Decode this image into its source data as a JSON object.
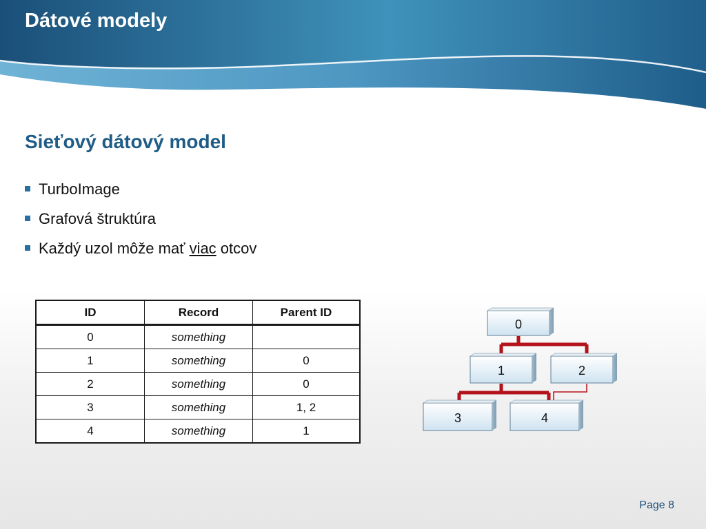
{
  "header": {
    "title": "Dátové modely"
  },
  "section": {
    "title": "Sieťový dátový model"
  },
  "bullets": [
    {
      "text": "TurboImage"
    },
    {
      "text": "Grafová štruktúra"
    },
    {
      "pre": "Každý uzol môže mať ",
      "underlined": "viac",
      "post": " otcov"
    }
  ],
  "table": {
    "headers": [
      "ID",
      "Record",
      "Parent ID"
    ],
    "rows": [
      [
        "0",
        "something",
        ""
      ],
      [
        "1",
        "something",
        "0"
      ],
      [
        "2",
        "something",
        "0"
      ],
      [
        "3",
        "something",
        "1, 2"
      ],
      [
        "4",
        "something",
        "1"
      ]
    ]
  },
  "tree": {
    "nodes": [
      "0",
      "1",
      "2",
      "3",
      "4"
    ]
  },
  "footer": {
    "page": "Page 8"
  },
  "colors": {
    "header_dark": "#1d5a86",
    "header_light": "#4a9cc0",
    "title_blue": "#1f5c86",
    "connector_red": "#b3121a",
    "node_fill_top": "#ffffff",
    "node_fill_bottom": "#cfe3f1"
  }
}
